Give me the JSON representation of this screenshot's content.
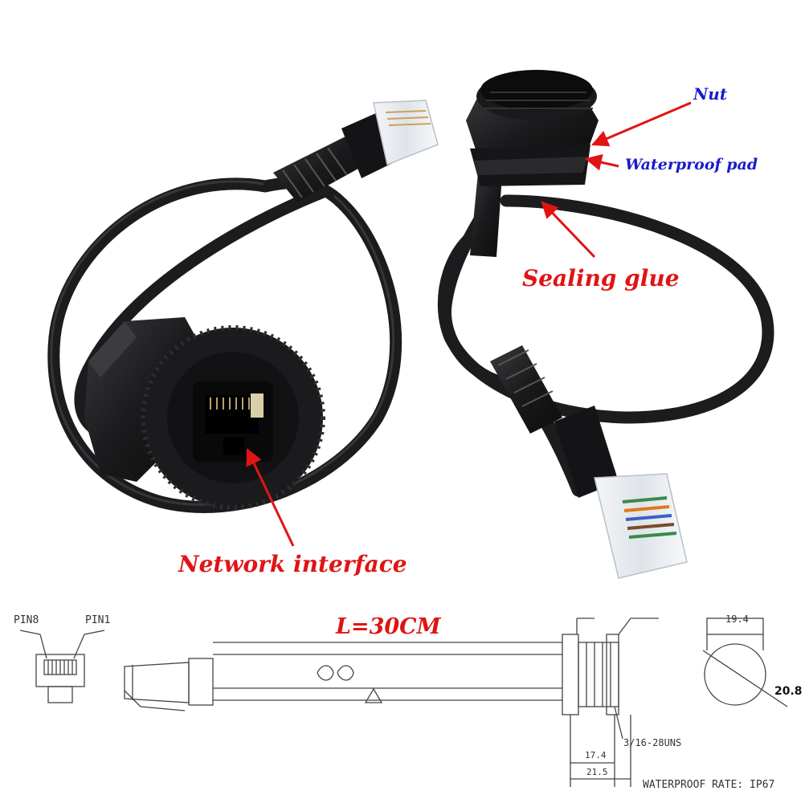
{
  "labels": {
    "nut": "Nut",
    "waterproof_pad": "Waterproof pad",
    "sealing_glue": "Sealing glue",
    "network_interface": "Network interface"
  },
  "drawing": {
    "length": "L=30CM",
    "pin8": "PIN8",
    "pin1": "PIN1",
    "dim_19_4": "19.4",
    "dim_20_8": "20.8",
    "dim_17_4": "17.4",
    "dim_21_5": "21.5",
    "thread": "3/16-28UNS",
    "waterproof_rate": "WATERPROOF RATE: IP67"
  },
  "colors": {
    "label_blue": "#1a1acc",
    "label_red": "#e01414",
    "cable": "#1c1c1e"
  }
}
